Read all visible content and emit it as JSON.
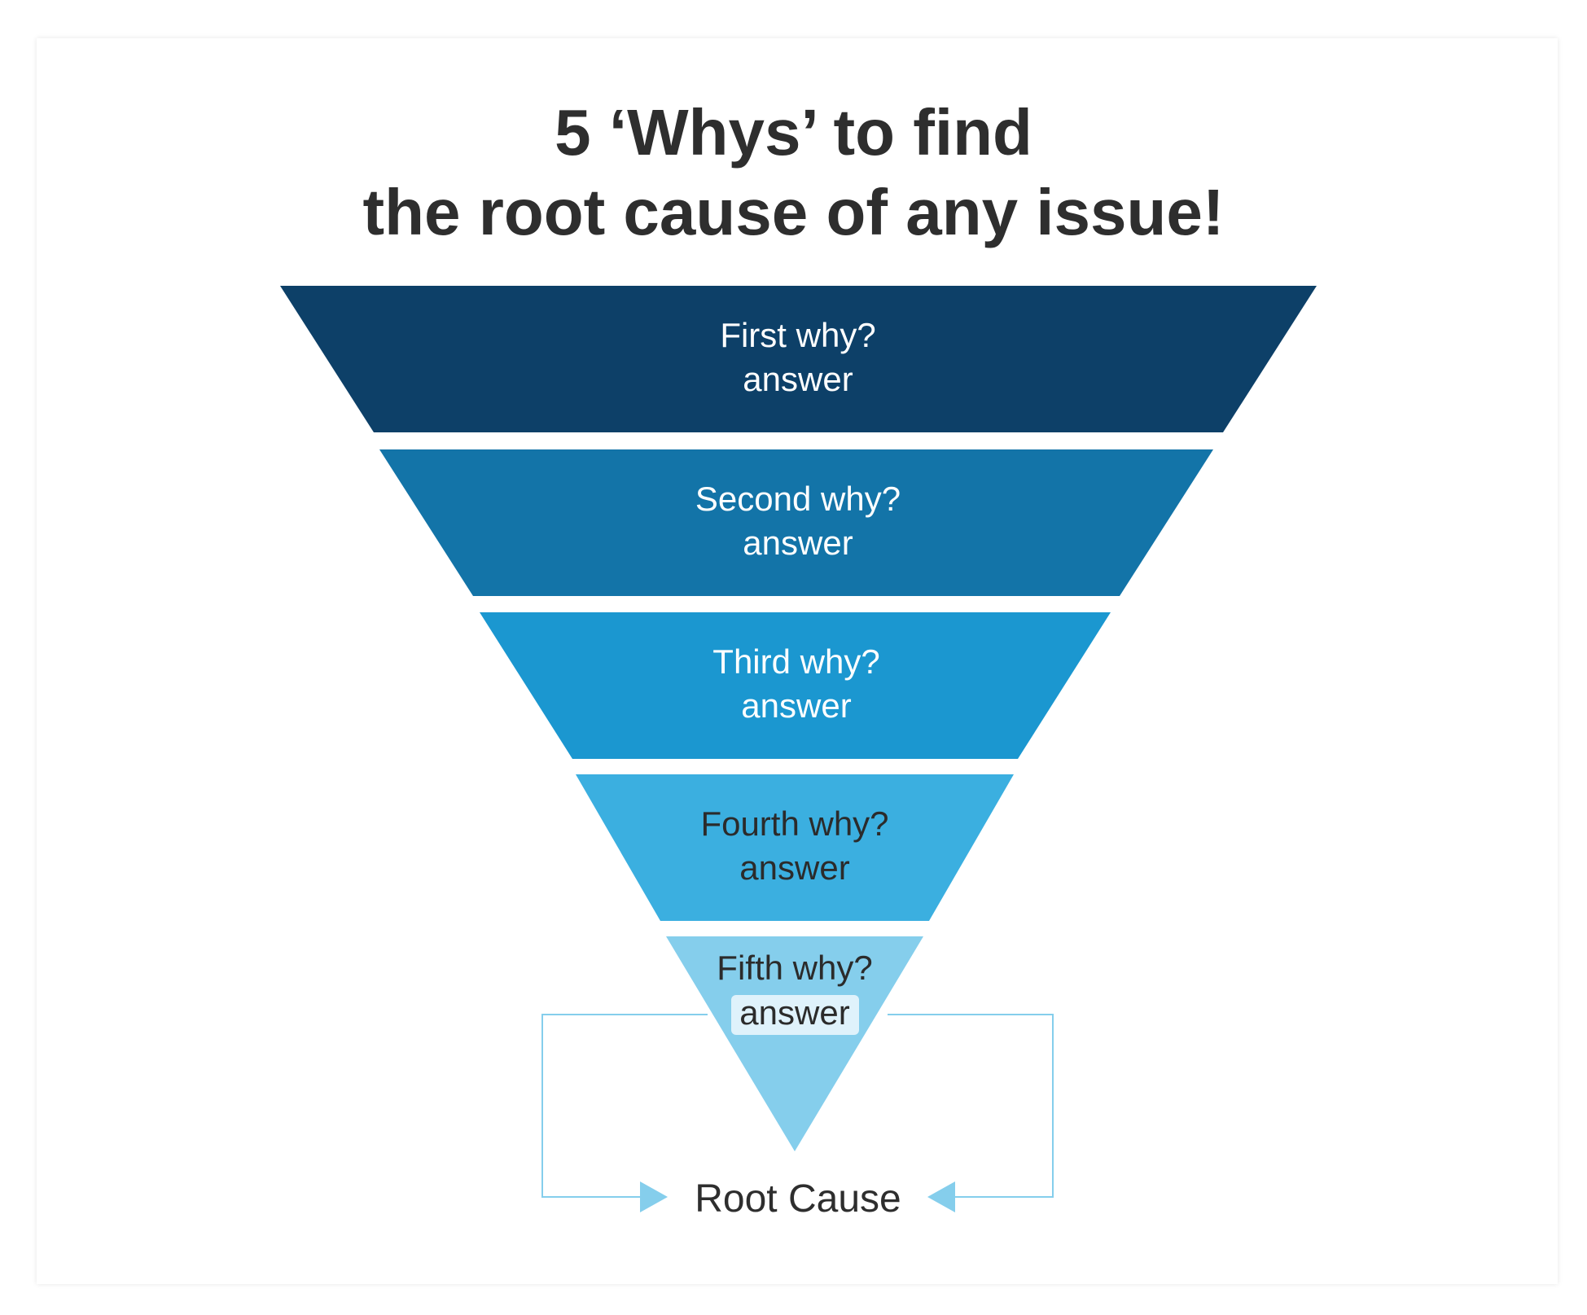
{
  "title": {
    "line1": "5 ‘Whys’ to find",
    "line2": "the root cause of any issue!"
  },
  "levels": [
    {
      "question": "First why?",
      "answer": "answer",
      "color": "#0d4068",
      "text_color": "#ffffff"
    },
    {
      "question": "Second why?",
      "answer": "answer",
      "color": "#1374a8",
      "text_color": "#ffffff"
    },
    {
      "question": "Third why?",
      "answer": "answer",
      "color": "#1b97d0",
      "text_color": "#ffffff"
    },
    {
      "question": "Fourth why?",
      "answer": "answer",
      "color": "#3bafe0",
      "text_color": "#2b2b2b"
    },
    {
      "question": "Fifth why?",
      "answer": "answer",
      "color": "#85ceec",
      "text_color": "#2b2b2b"
    }
  ],
  "root_cause": "Root Cause",
  "colors": {
    "connector": "#85ceec",
    "answer_highlight": "#dff2fb",
    "title": "#2e2e2e"
  }
}
